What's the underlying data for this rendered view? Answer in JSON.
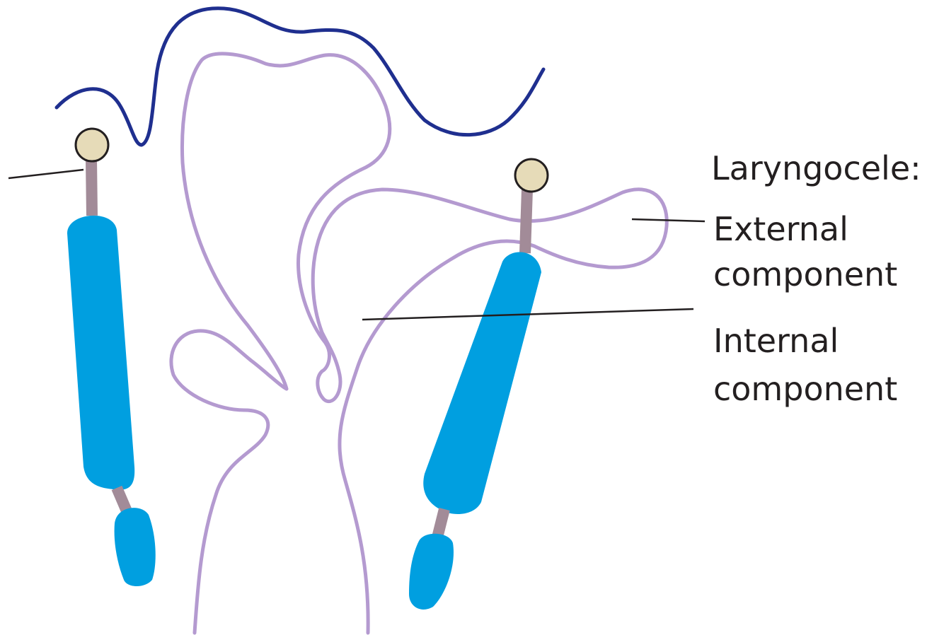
{
  "labels": {
    "title": "Laryngocele:",
    "external_line1": "External",
    "external_line2": "component",
    "internal_line1": "Internal",
    "internal_line2": "component"
  },
  "colors": {
    "pharynx_outline": "#1f2f8f",
    "larynx_outline": "#b49ad0",
    "muscle_fill": "#009fe0",
    "stalk": "#a28b98",
    "head_fill": "#e6dbb8",
    "text": "#231f20"
  }
}
